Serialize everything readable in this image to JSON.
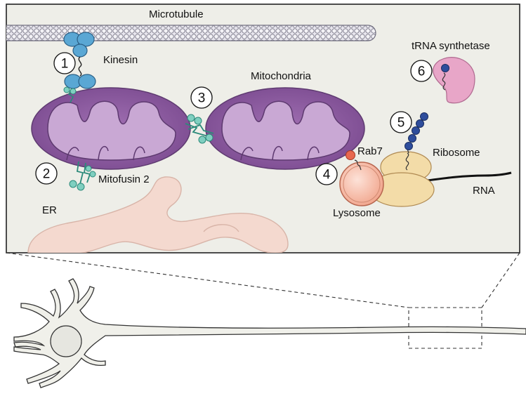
{
  "labels": {
    "microtubule": "Microtubule",
    "kinesin": "Kinesin",
    "mitochondria": "Mitochondria",
    "mitofusin": "Mitofusin 2",
    "er": "ER",
    "rab7": "Rab7",
    "lysosome": "Lysosome",
    "ribosome": "Ribosome",
    "rna": "RNA",
    "trna": "tRNA synthetase"
  },
  "steps": [
    "1",
    "2",
    "3",
    "4",
    "5",
    "6"
  ],
  "colors": {
    "panel_bg": "#eeeee8",
    "mito_outer": "#8a5a9e",
    "mito_inner": "#c9a8d4",
    "er_fill": "#f4d9cf",
    "kinesin": "#5aa7d4",
    "mitofusin": "#7fcfc0",
    "lysosome": "#f4b7a4",
    "ribosome": "#f3dca8",
    "rab7": "#e8684f",
    "amino_acid": "#2e4d9c",
    "trna_synthetase": "#e8a6c8",
    "neuron_fill": "#f0f0ea"
  }
}
